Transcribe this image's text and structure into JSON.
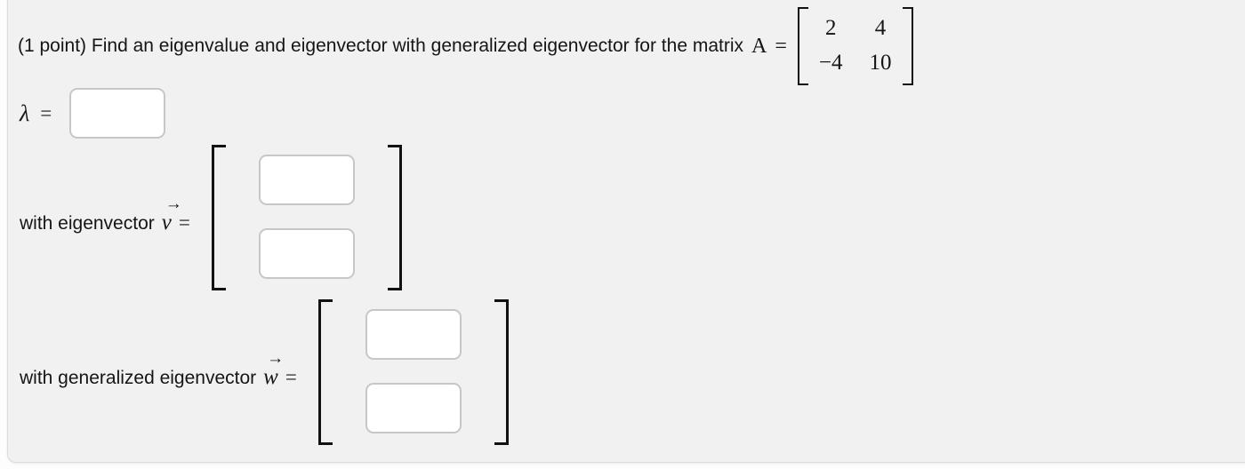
{
  "colors": {
    "page_bg": "#fdfdfd",
    "card_bg": "#f1f1f2",
    "card_border": "#dcdcdc",
    "input_bg": "#ffffff",
    "input_border": "#c7c7c9",
    "text": "#151515",
    "bracket": "#121212"
  },
  "problem": {
    "points": "(1 point)",
    "statement": "Find an eigenvalue and eigenvector with generalized eigenvector for the matrix",
    "matrix_symbol": "A",
    "equals": "=",
    "matrix_rows": [
      [
        "2",
        "4"
      ],
      [
        "−4",
        "10"
      ]
    ]
  },
  "lambda_row": {
    "symbol": "λ",
    "equals": "=",
    "input_value": ""
  },
  "eigenvector_row": {
    "label": "with eigenvector",
    "symbol": "v",
    "arrow": "→",
    "equals": "=",
    "input_values": [
      "",
      ""
    ]
  },
  "generalized_row": {
    "label": "with generalized eigenvector",
    "symbol": "w",
    "arrow": "→",
    "equals": "=",
    "input_values": [
      "",
      ""
    ]
  }
}
